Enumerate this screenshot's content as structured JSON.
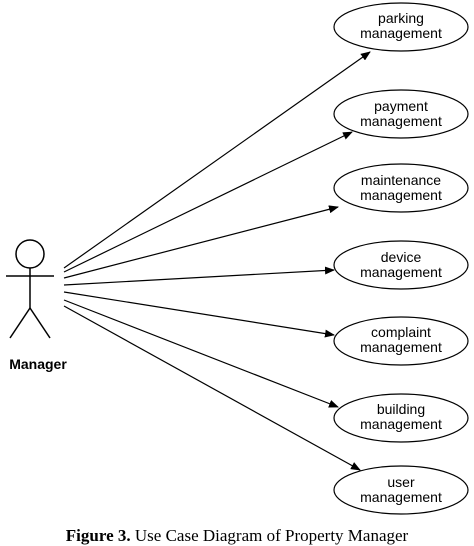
{
  "actor": {
    "name": "Manager"
  },
  "use_cases": [
    {
      "line1": "parking",
      "line2": "management"
    },
    {
      "line1": "payment",
      "line2": "management"
    },
    {
      "line1": "maintenance",
      "line2": "management"
    },
    {
      "line1": "device",
      "line2": "management"
    },
    {
      "line1": "complaint",
      "line2": "management"
    },
    {
      "line1": "building",
      "line2": "management"
    },
    {
      "line1": "user",
      "line2": "management"
    }
  ],
  "caption": {
    "figure_label": "Figure 3.",
    "text": "Use Case Diagram of Property Manager"
  }
}
